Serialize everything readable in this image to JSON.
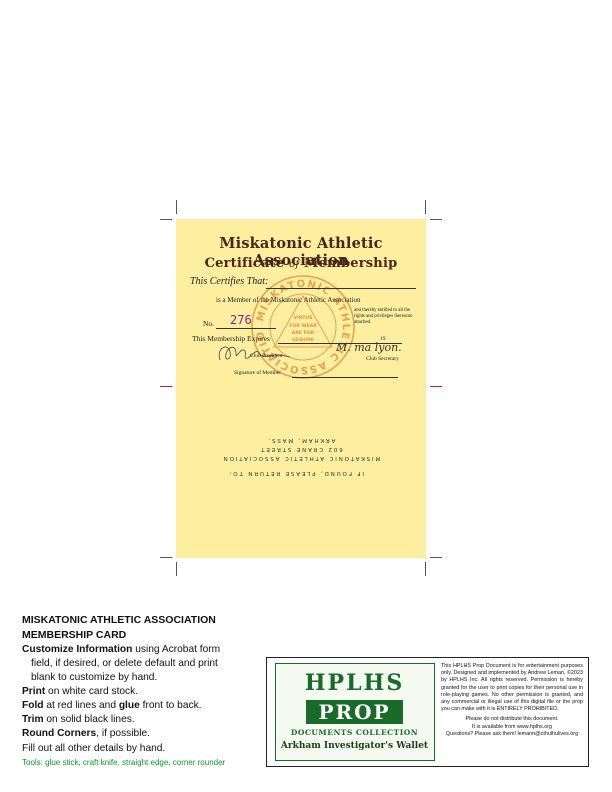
{
  "card": {
    "title": "Miskatonic Athletic Association",
    "subtitle_a": "Certificate",
    "subtitle_of": "of",
    "subtitle_b": "Membership",
    "certifies": "This Certifies That:",
    "member_text": "is a Member of the Miskatonic Athletic Association",
    "no_label": "No.",
    "member_number": "276",
    "rights_text": "and thereby entitled to all the rights and privileges thereunto attached.",
    "expires_label": "This Membership Expires",
    "year_prefix": "19",
    "president_label": "Club President",
    "secretary_label": "Club Secretary",
    "secretary_signature": "M. ma lyon.",
    "signature_label": "Signature of Member",
    "seal": {
      "ring_text": "MISKATONIC ATHLETIC ASSOCIATION",
      "line1": "VIRTUS",
      "line2": "FOR WEAK",
      "line3": "ARE FOR",
      "line4": "LEISURE"
    },
    "back": {
      "line1": "IF FOUND, PLEASE RETURN TO:",
      "line2": "MISKATONIC ATHLETIC ASSOCIATION",
      "line3": "602 CRANE STREET",
      "line4": "ARKHAM, MASS."
    }
  },
  "instructions": {
    "title1": "MISKATONIC ATHLETIC ASSOCIATION",
    "title2": "MEMBERSHIP CARD",
    "customize_bold": "Customize Information",
    "customize_rest": " using Acrobat form",
    "customize_line2": "field, if desired, or delete default and print",
    "customize_line3": "blank to customize by hand.",
    "print_bold": "Print",
    "print_rest": " on white card stock.",
    "fold_bold": "Fold",
    "fold_mid": " at red lines and ",
    "glue_bold": "glue",
    "fold_rest": " front to back.",
    "trim_bold": "Trim",
    "trim_rest": " on solid black lines.",
    "round_bold": "Round Corners",
    "round_rest": ", if possible.",
    "fillout": "Fill out all other details by hand.",
    "tools": "Tools: glue stick, craft knife, straight edge, corner rounder"
  },
  "logo": {
    "hplhs": "HPLHS",
    "prop": "PROP",
    "documents": "DOCUMENTS COLLECTION",
    "wallet": "Arkham Investigator's Wallet"
  },
  "legal": {
    "p1": "This HPLHS Prop Document is for entertainment purposes only. Designed and implemented by Andrew Leman. ©2023 by HPLHS Inc. All rights reserved. Permission is hereby granted for the user to print copies for their personal use in role-playing games. No other permission is granted, and any commercial or illegal use of this digital file or the prop you can make with it is ENTIRELY PROHIBITED.",
    "p2": "Please do not distribute this document.",
    "p3": "It is available from www.hplhs.org",
    "p4": "Questions? Please ask them! lemann@cthulhulives.org"
  },
  "colors": {
    "card": "#fdeea0",
    "ink": "#4a2418",
    "seal": "#e3953f",
    "number": "#8a1f8a",
    "fold": "#d42020",
    "tools": "#0a9a2a",
    "logo_green": "#1a6b2a"
  }
}
